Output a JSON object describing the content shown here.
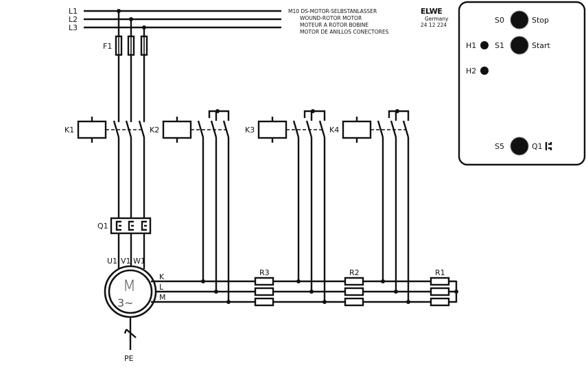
{
  "supply": {
    "lines": [
      "L1",
      "L2",
      "L3"
    ]
  },
  "title": {
    "lines": [
      "M10 DS-MOTOR-SELBSTANLASSER",
      "WOUND-ROTOR MOTOR",
      "MOTEUR A ROTOR BOBINE",
      "MOTOR DE ANILLOS CONECTORES"
    ]
  },
  "brand": {
    "logo": "ELWE",
    "country": "Germany",
    "code": "24 12 224"
  },
  "components": {
    "fuse": "F1",
    "contactors": [
      "K1",
      "K2",
      "K3",
      "K4"
    ],
    "overload": "Q1",
    "motor_terminals": [
      "U1",
      "V1",
      "W1"
    ],
    "rotor_terminals": [
      "K",
      "L",
      "M"
    ],
    "motor_symbol_top": "M",
    "motor_symbol_bottom": "3~",
    "resistors": [
      "R3",
      "R2",
      "R1"
    ],
    "earth": "PE"
  },
  "panel": {
    "s0": "S0",
    "stop": "Stop",
    "s1": "S1",
    "start": "Start",
    "h1": "H1",
    "h2": "H2",
    "s5": "S5",
    "q1": "Q1"
  }
}
